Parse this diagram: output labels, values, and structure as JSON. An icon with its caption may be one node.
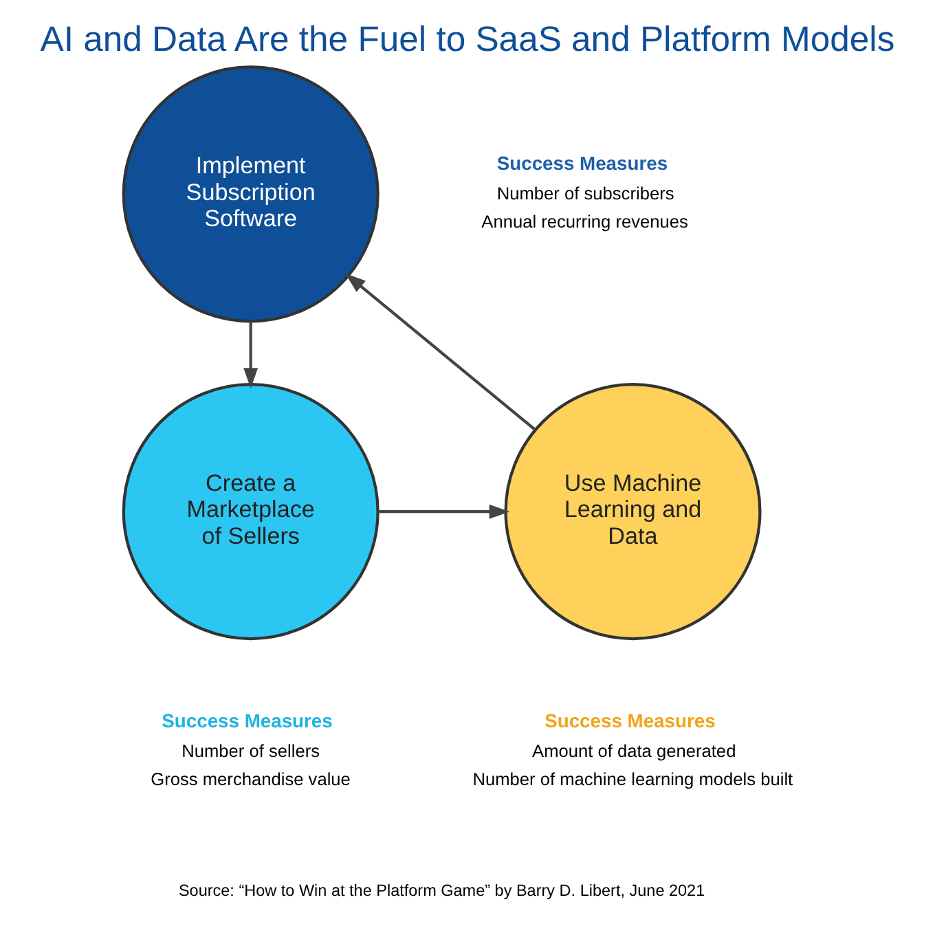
{
  "diagram": {
    "title": "AI and Data Are the Fuel to SaaS and Platform Models",
    "caption": "Source: “How to Win at the Platform Game” by Barry D. Libert, June 2021",
    "nodes": [
      {
        "text": [
          "Implement Subscription Software"
        ],
        "beside": [
          "Success Measures",
          "Number of subscribers",
          "Annual recurring revenues"
        ]
      },
      {
        "text": [
          "Create a Marketplace of Sellers"
        ],
        "beside": [
          "Success Measures",
          "Number of sellers",
          "Gross merchandise value"
        ]
      },
      {
        "text": [
          "Use Machine Learning and Data"
        ],
        "beside": [
          "Success Measures",
          "Amount of data generated",
          "Number of machine learning models built"
        ]
      }
    ],
    "edges": [
      {
        "from": 0,
        "to": 1,
        "arrow": "to"
      },
      {
        "from": 1,
        "to": 2,
        "arrow": "to"
      },
      {
        "from": 2,
        "to": 0,
        "arrow": "to"
      }
    ]
  }
}
